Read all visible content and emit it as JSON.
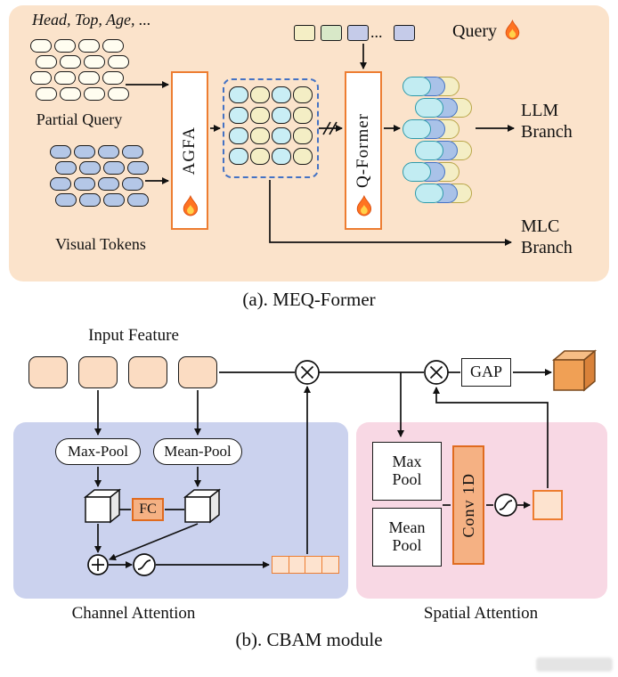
{
  "palette": {
    "panel_a_bg": "#fbe3cb",
    "channel_attention_bg": "#cbd2ee",
    "spatial_attention_bg": "#f8d8e4",
    "orange_border": "#ed7d31",
    "orange_fill": "#f5b183",
    "dashed_border_blue": "#4472c4",
    "token_blue": "#b4c7e7",
    "token_cyan": "#c9eef5",
    "token_yellow": "#f4eec5",
    "token_green": "#d8e8c8",
    "peach_square": "#fbdcc2",
    "cube_orange": "#f0a055"
  },
  "panel_a": {
    "query_words": "Head, Top, Age, ...",
    "partial_query_label": "Partial Query",
    "visual_tokens_label": "Visual Tokens",
    "agfa_label": "AGFA",
    "qformer_label": "Q-Former",
    "query_label": "Query",
    "ellipsis": "...",
    "llm_branch_label": "LLM Branch",
    "mlc_branch_label": "MLC Branch",
    "fire_icon": "flame",
    "caption": "(a). MEQ-Former"
  },
  "panel_b": {
    "input_feature_label": "Input Feature",
    "max_pool_pill": "Max-Pool",
    "mean_pool_pill": "Mean-Pool",
    "fc_label": "FC",
    "max_pool_box": "Max Pool",
    "mean_pool_box": "Mean Pool",
    "conv1d_label": "Conv 1D",
    "gap_label": "GAP",
    "multiply_symbol": "elementwise-multiply",
    "add_symbol": "elementwise-add",
    "sigmoid_symbol": "sigmoid",
    "channel_attention_label": "Channel Attention",
    "spatial_attention_label": "Spatial Attention",
    "caption": "(b). CBAM module"
  }
}
